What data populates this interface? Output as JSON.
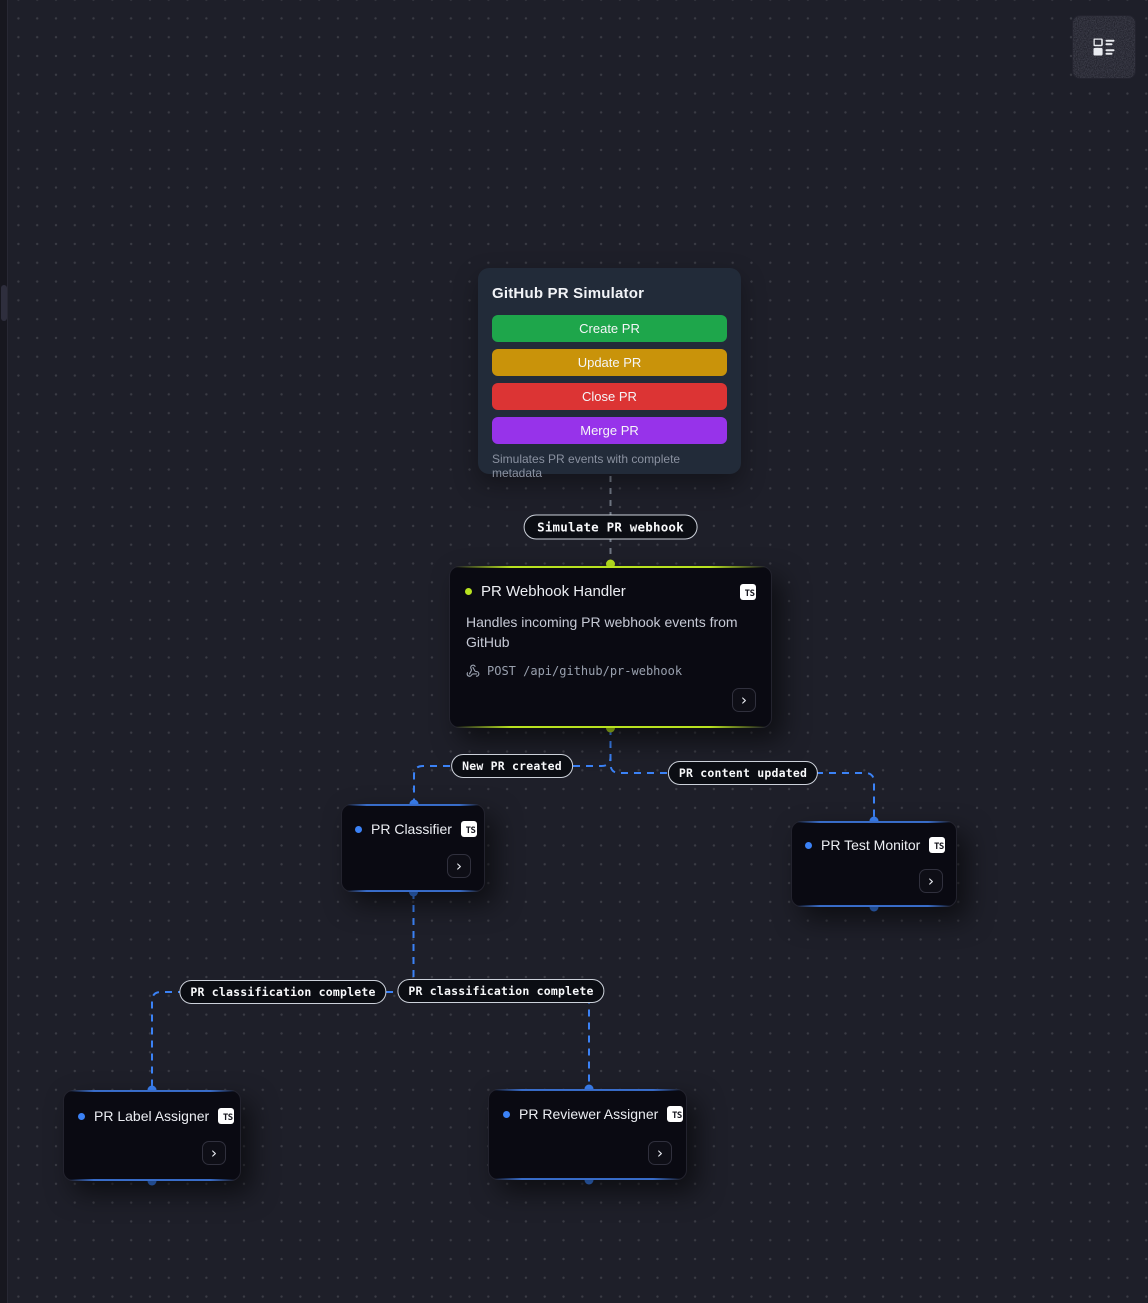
{
  "minimap_button": {
    "icon": "layout-list-icon"
  },
  "simulator_panel": {
    "title": "GitHub PR Simulator",
    "buttons": [
      {
        "label": "Create PR",
        "color": "#1ea64b"
      },
      {
        "label": "Update PR",
        "color": "#c9930a"
      },
      {
        "label": "Close PR",
        "color": "#dc3434"
      },
      {
        "label": "Merge PR",
        "color": "#9733ea"
      }
    ],
    "caption": "Simulates PR events with complete metadata"
  },
  "nodes": [
    {
      "title": "PR Webhook Handler",
      "badge": "TS",
      "description": "Handles incoming PR webhook events from GitHub",
      "api_method_path": "POST /api/github/pr-webhook",
      "accent": "#b8e220"
    },
    {
      "title": "PR Classifier",
      "badge": "TS",
      "accent": "#3b82f6"
    },
    {
      "title": "PR Test Monitor",
      "badge": "TS",
      "accent": "#3b82f6"
    },
    {
      "title": "PR Label Assigner",
      "badge": "TS",
      "accent": "#3b82f6"
    },
    {
      "title": "PR Reviewer Assigner",
      "badge": "TS",
      "accent": "#3b82f6"
    }
  ],
  "edge_labels": {
    "simulate": "Simulate PR webhook",
    "new_pr": "New PR created",
    "content_updated": "PR content updated",
    "classification_left": "PR classification complete",
    "classification_right": "PR classification complete"
  },
  "icons": {
    "chevron_right": "›"
  },
  "colors": {
    "canvas_bg": "#1e1f29",
    "node_bg": "#0a0a12",
    "edge_blue": "#3b82f6",
    "edge_gray": "#6f7683",
    "port_lime": "#b8e220",
    "port_blue": "#3b82f6",
    "pill_border": "#ccd1da",
    "panel_bg": "#222b39"
  }
}
